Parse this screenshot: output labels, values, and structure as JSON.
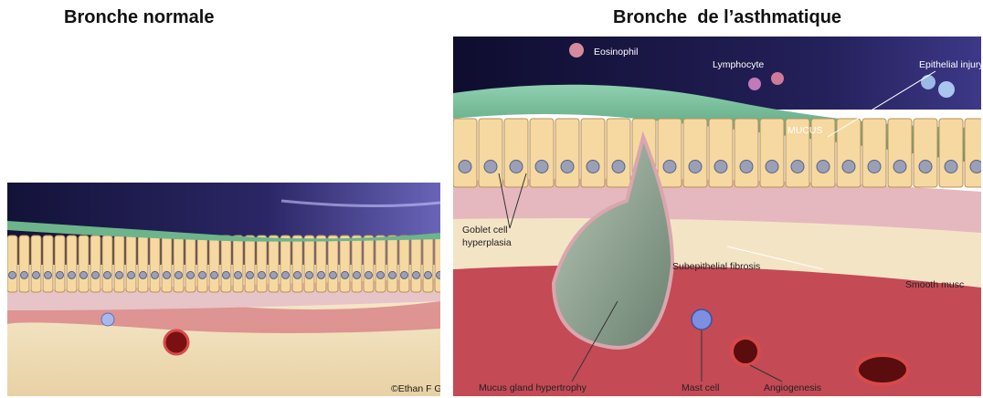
{
  "titles": {
    "left": "Bronche normale",
    "right": "Bronche  de l’asthmatique"
  },
  "left_panel": {
    "credit": "©Ethan F Gerdz"
  },
  "right_panel": {
    "labels": {
      "eosinophil": "Eosinophil",
      "lymphocyte": "Lymphocyte",
      "epithelial_injury": "Epithelial injury",
      "mucus": "MUCUS",
      "goblet_line1": "Goblet cell",
      "goblet_line2": "hyperplasia",
      "subepithelial_fibrosis": "Subepithelial fibrosis",
      "smooth_muscle": "Smooth musc",
      "mucus_gland": "Mucus gland hypertrophy",
      "mast_cell": "Mast cell",
      "angiogenesis": "Angiogenesis"
    }
  },
  "colors": {
    "night_sky": "#1c1a4a",
    "mucus": "#5fa77f",
    "epithelium": "#f6d9a0",
    "basement": "#e7c4c8",
    "muscle": "#c44a55",
    "submucosa": "#f3e3c4"
  }
}
